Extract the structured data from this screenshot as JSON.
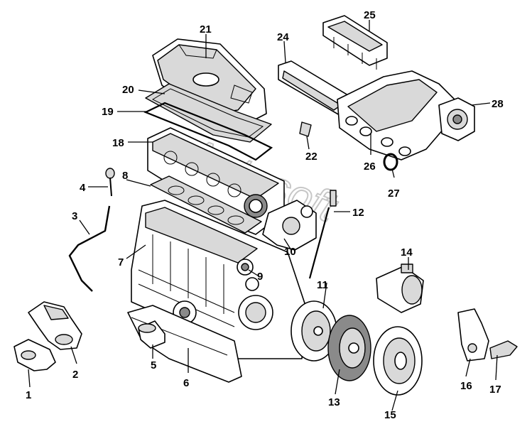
{
  "watermark": "Autosoft",
  "parts": [
    {
      "id": "p1",
      "number": "1"
    },
    {
      "id": "p2",
      "number": "2"
    },
    {
      "id": "p3",
      "number": "3"
    },
    {
      "id": "p4",
      "number": "4"
    },
    {
      "id": "p5",
      "number": "5"
    },
    {
      "id": "p6",
      "number": "6"
    },
    {
      "id": "p7",
      "number": "7"
    },
    {
      "id": "p8",
      "number": "8"
    },
    {
      "id": "p9",
      "number": "9"
    },
    {
      "id": "p10",
      "number": "10"
    },
    {
      "id": "p11",
      "number": "11"
    },
    {
      "id": "p12",
      "number": "12"
    },
    {
      "id": "p13",
      "number": "13"
    },
    {
      "id": "p14",
      "number": "14"
    },
    {
      "id": "p15",
      "number": "15"
    },
    {
      "id": "p16",
      "number": "16"
    },
    {
      "id": "p17",
      "number": "17"
    },
    {
      "id": "p18",
      "number": "18"
    },
    {
      "id": "p19",
      "number": "19"
    },
    {
      "id": "p20",
      "number": "20"
    },
    {
      "id": "p21",
      "number": "21"
    },
    {
      "id": "p22",
      "number": "22"
    },
    {
      "id": "p24",
      "number": "24"
    },
    {
      "id": "p25",
      "number": "25"
    },
    {
      "id": "p26",
      "number": "26"
    },
    {
      "id": "p27",
      "number": "27"
    },
    {
      "id": "p28",
      "number": "28"
    }
  ]
}
